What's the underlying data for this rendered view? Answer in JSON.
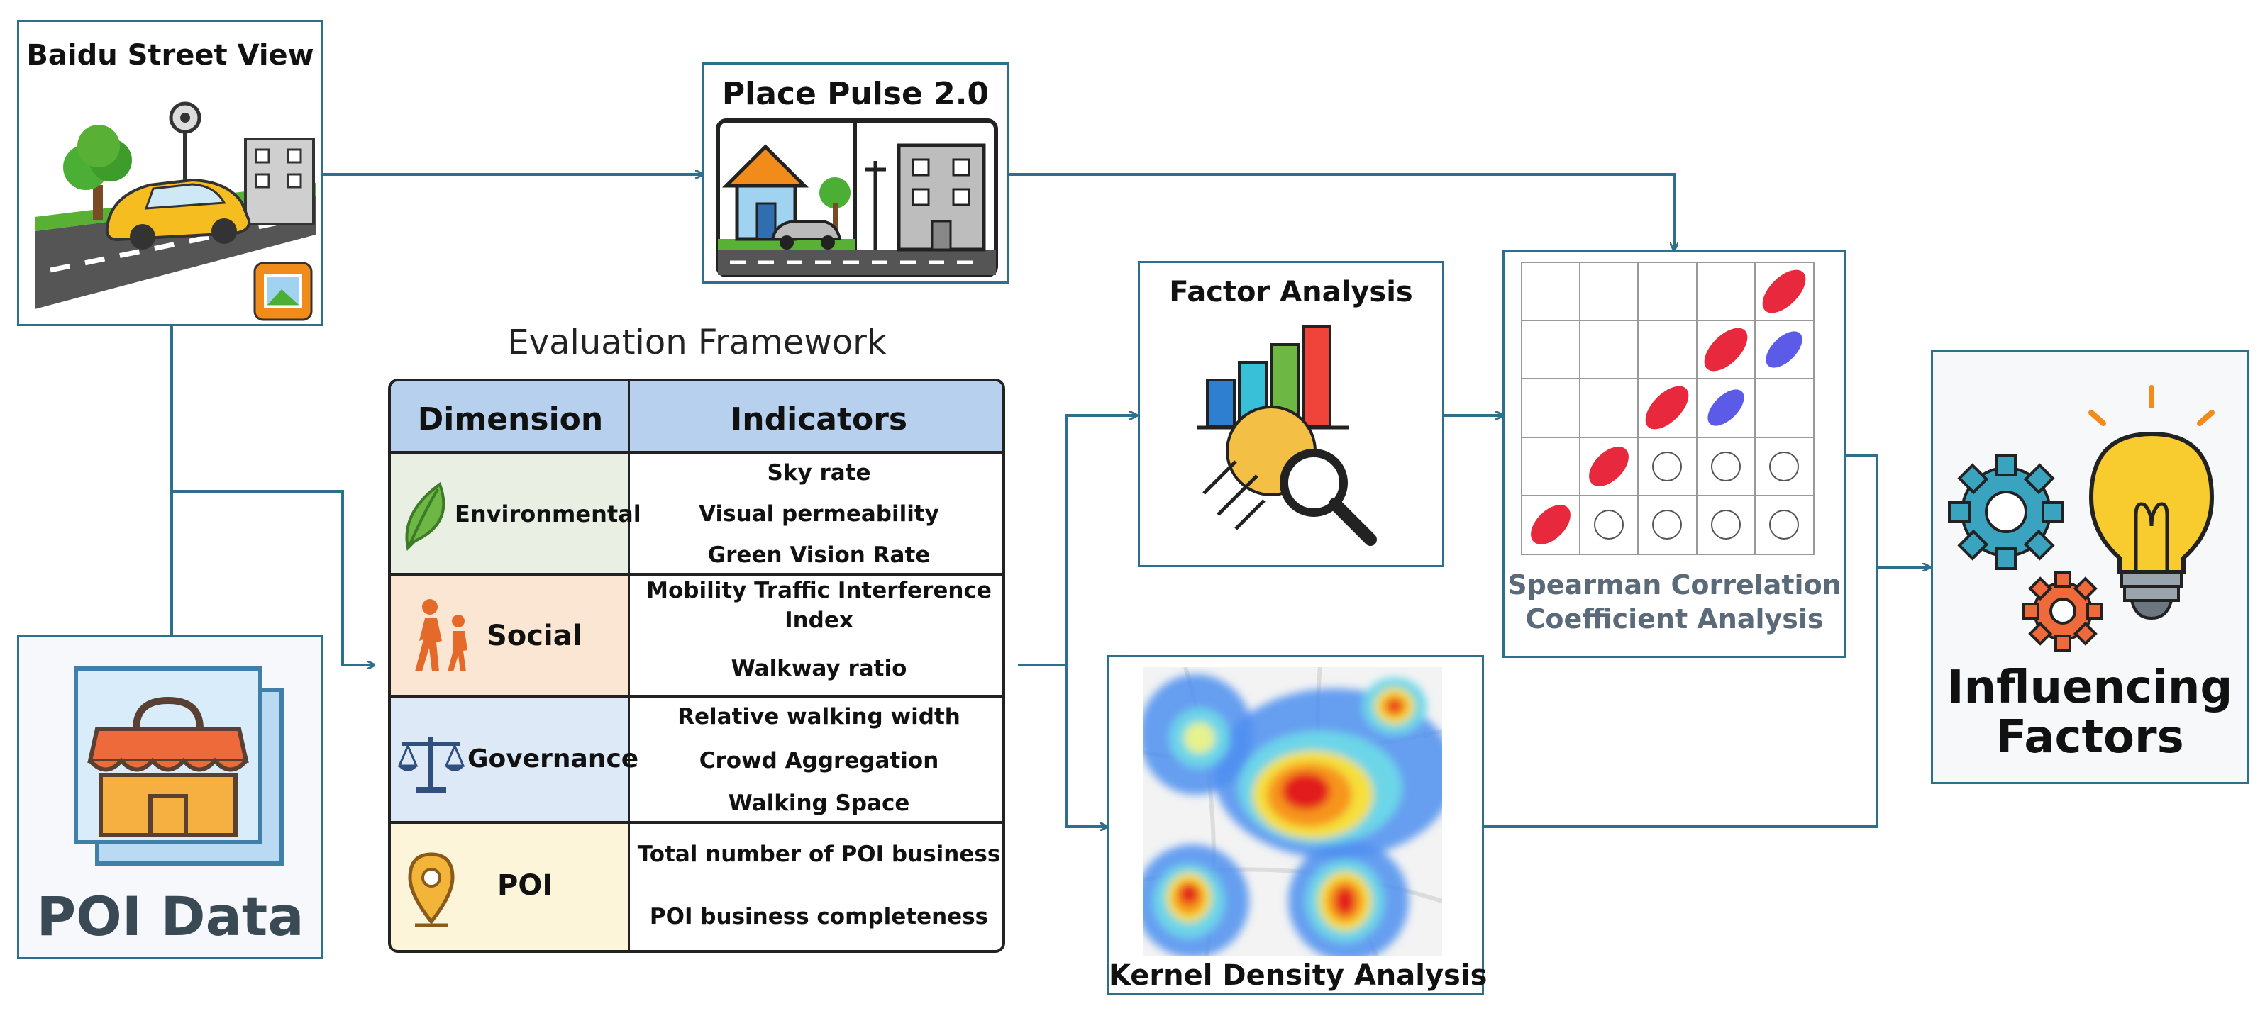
{
  "nodes": {
    "baidu": "Baidu Street View",
    "place_pulse": "Place Pulse 2.0",
    "poi_data": "POI Data",
    "factor_analysis": "Factor Analysis",
    "spearman": [
      "Spearman Correlation",
      "Coefficient Analysis"
    ],
    "kernel_density": "Kernel Density Analysis",
    "influencing": [
      "Influencing",
      "Factors"
    ]
  },
  "framework": {
    "title": "Evaluation Framework",
    "header_dimension": "Dimension",
    "header_indicators": "Indicators",
    "rows": [
      {
        "dimension": "Environmental",
        "indicators": [
          "Sky rate",
          "Visual permeability",
          "Green Vision Rate"
        ],
        "color": "#e9f0e3"
      },
      {
        "dimension": "Social",
        "indicators": [
          "Mobility Traffic Interference",
          "Index",
          "Walkway ratio"
        ],
        "color": "#fbe5d3"
      },
      {
        "dimension": "Governance",
        "indicators": [
          "Relative walking width",
          "Crowd Aggregation",
          "Walking Space"
        ],
        "color": "#dde9f7"
      },
      {
        "dimension": "POI",
        "indicators": [
          "Total number of POI business",
          "POI business completeness"
        ],
        "color": "#fdf5da"
      }
    ]
  },
  "colors": {
    "connector": "#2e6f8e",
    "header": "#b7d0ee",
    "red": "#e8283c",
    "blue": "#5b5be8"
  }
}
